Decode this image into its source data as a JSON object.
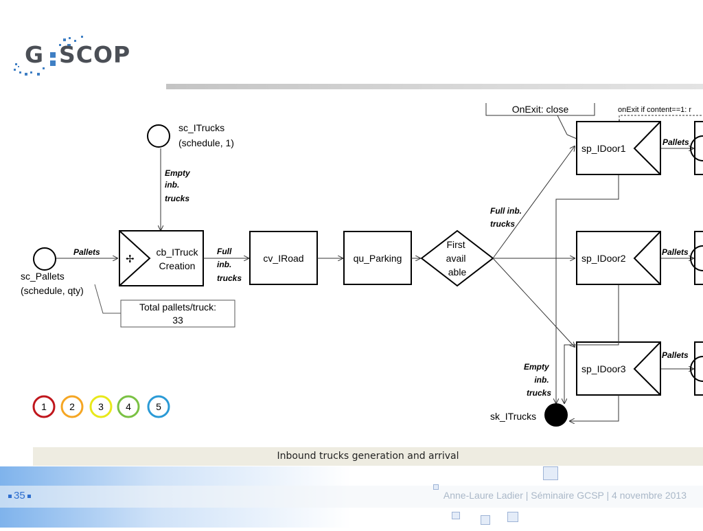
{
  "logo": {
    "left": "G",
    "right": "SCOP"
  },
  "diagram": {
    "sources": {
      "trucks": {
        "name": "sc_ITrucks",
        "params": "(schedule, 1)"
      },
      "pallets": {
        "name": "sc_Pallets",
        "params": "(schedule, qty)"
      }
    },
    "flow_labels": {
      "empty_inb_trucks_top": [
        "Empty",
        "inb.",
        "trucks"
      ],
      "pallets_in": "Pallets",
      "full_inb_trucks": [
        "Full",
        "inb.",
        "trucks"
      ],
      "full_inb_trucks_diag": [
        "Full inb.",
        "trucks"
      ],
      "empty_inb_trucks_bottom": [
        "Empty",
        "inb.",
        "trucks"
      ],
      "door_out": "Pallets"
    },
    "creation": {
      "line1": "cb_ITruck",
      "line2": "Creation"
    },
    "road": "cv_IRoad",
    "parking": "qu_Parking",
    "decision": [
      "First",
      "avail",
      "able"
    ],
    "doors": [
      "sp_IDoor1",
      "sp_IDoor2",
      "sp_IDoor3"
    ],
    "sink": "sk_ITrucks",
    "note_top": "OnExit: close",
    "note_top_right": "onExit if content==1: r",
    "note_pallets": [
      "Total pallets/truck:",
      "33"
    ],
    "steps": [
      "1",
      "2",
      "3",
      "4",
      "5"
    ],
    "step_colors": [
      "#c0161c",
      "#f5a623",
      "#e8e81a",
      "#7ac143",
      "#2a9ad6"
    ]
  },
  "caption": "Inbound trucks generation and arrival",
  "footer": {
    "page": "35",
    "text": "Anne-Laure Ladier | Séminaire GCSP | 4 novembre 2013"
  }
}
